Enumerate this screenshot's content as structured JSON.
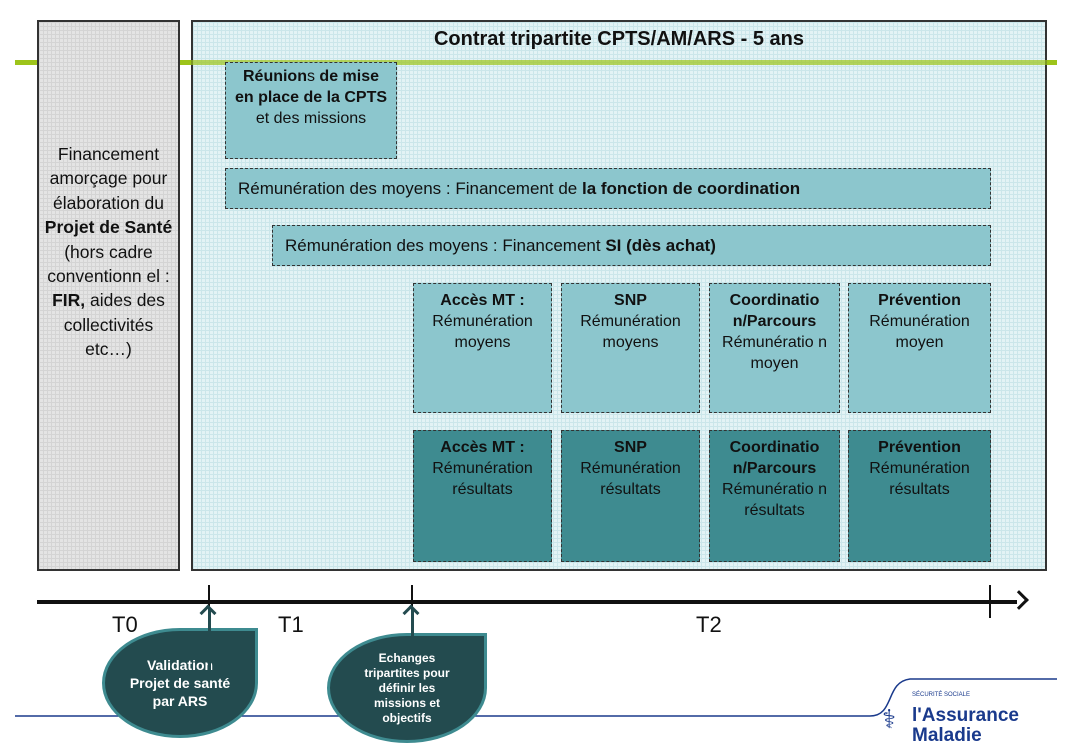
{
  "left_box": {
    "lines": [
      "Financement amorçage pour élaboration du ",
      "Projet de Santé",
      " (hors cadre conventionn el : ",
      "FIR,",
      " aides des collectivités etc…)"
    ]
  },
  "title": "Contrat tripartite CPTS/AM/ARS - 5 ans",
  "reunions": {
    "b1": "Réunion",
    "n1": "s",
    "b2": " de mise en place de la CPTS",
    "n2": " et des missions"
  },
  "coordination": {
    "normal": "Rémunération des moyens : Financement de ",
    "bold": "la fonction de coordination"
  },
  "si": {
    "normal": "Rémunération des moyens : Financement ",
    "bold": "SI (dès achat)"
  },
  "moyens": [
    {
      "title": "Accès MT :",
      "text": "Rémunération moyens"
    },
    {
      "title": "SNP",
      "text": "Rémunération moyens"
    },
    {
      "title": "Coordinatio n/Parcours",
      "text": "Rémunératio n moyen"
    },
    {
      "title": "Prévention",
      "text": "Rémunération moyen"
    }
  ],
  "resultats": [
    {
      "title": "Accès MT :",
      "text": "Rémunération résultats"
    },
    {
      "title": "SNP",
      "text": "Rémunération résultats"
    },
    {
      "title": "Coordinatio n/Parcours",
      "text": "Rémunératio n résultats"
    },
    {
      "title": "Prévention",
      "text": "Rémunération résultats"
    }
  ],
  "timeline": {
    "labels": [
      "T0",
      "T1",
      "T2"
    ]
  },
  "bubbles": [
    "Validation Projet de santé par ARS",
    "Echanges tripartites pour définir les missions et objectifs"
  ],
  "logo": {
    "line1": "l'Assurance",
    "line2": "Maladie",
    "small": "SÉCURITÉ SOCIALE"
  },
  "colors": {
    "light_box": "#8cc6cd",
    "dark_box": "#3e8b90",
    "green": "#9dc41a",
    "bubble": "#234b4f"
  }
}
